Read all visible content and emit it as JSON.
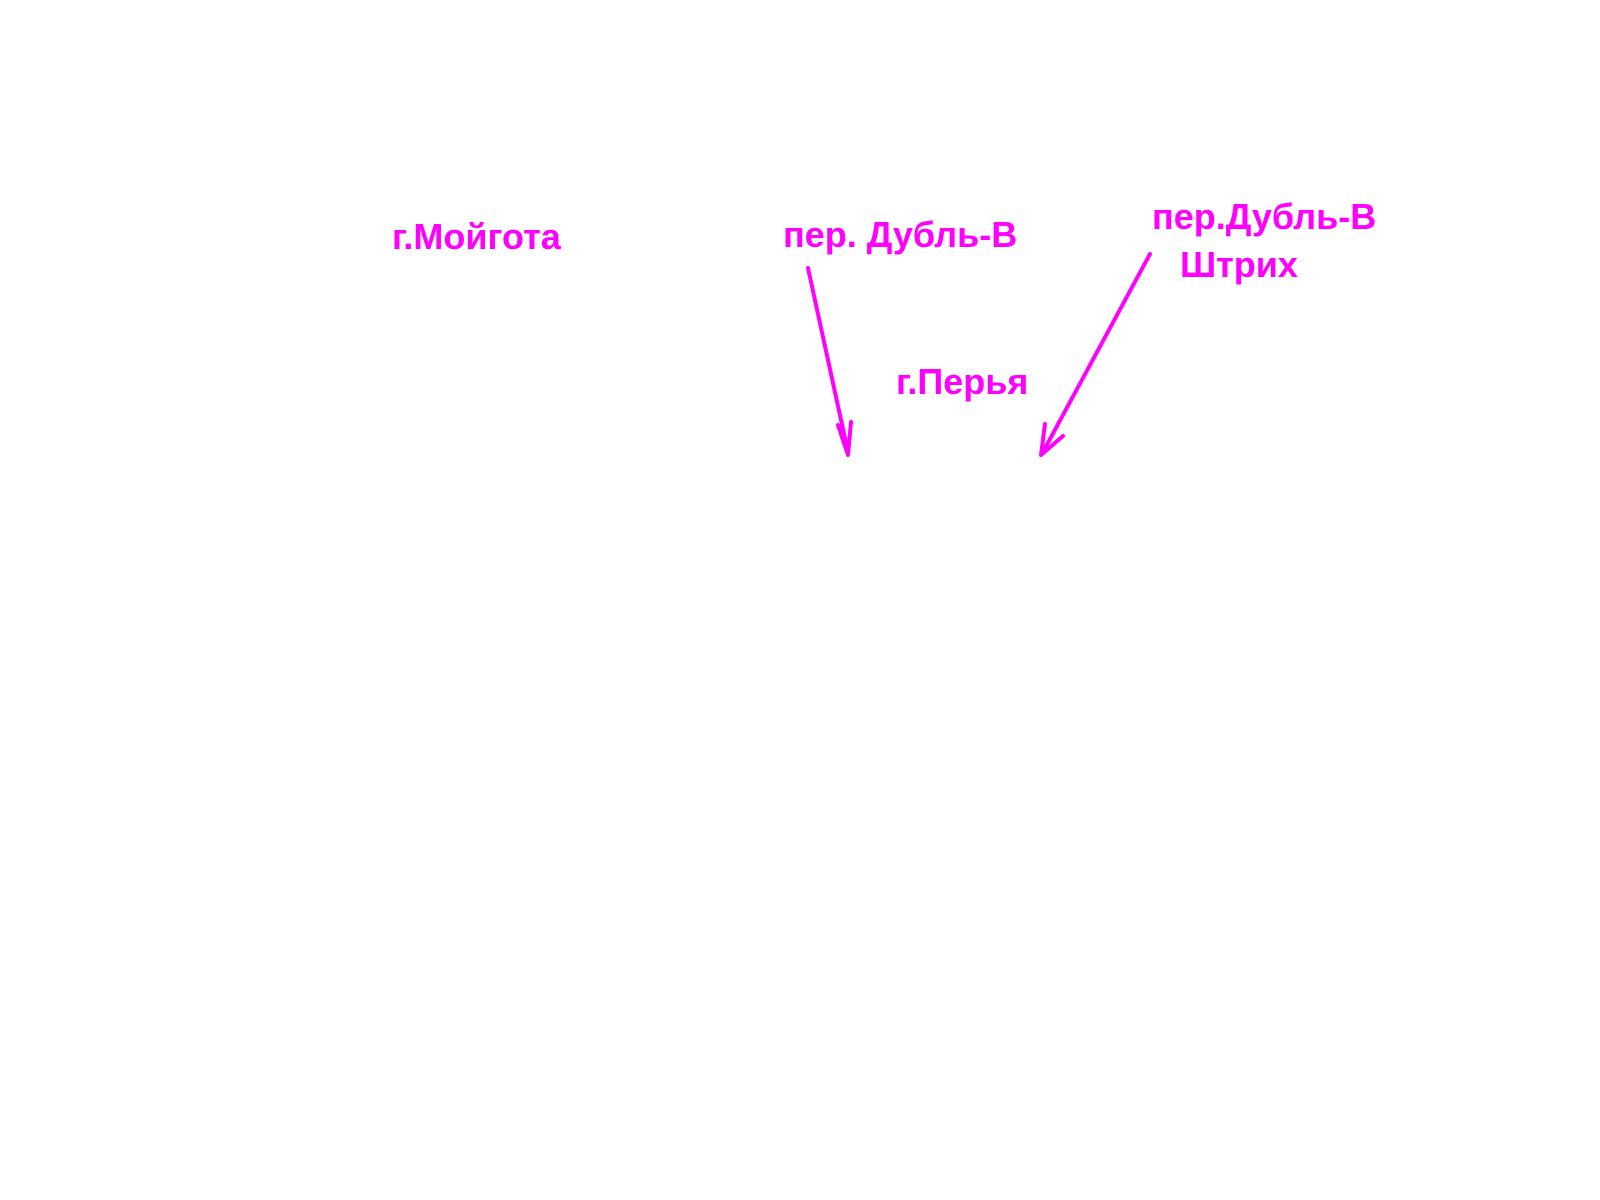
{
  "accent_color": "#ff00ff",
  "labels": {
    "moygota": "г.Мойгота",
    "pass_dubl_v": "пер. Дубль-В",
    "pass_dubl_v_shtrih_line1": "пер.Дубль-В",
    "pass_dubl_v_shtrih_line2": "Штрих",
    "perya": "г.Перья"
  },
  "arrows": [
    {
      "name": "arrow-from-pass-dubl-v",
      "icon": "arrow-down-icon"
    },
    {
      "name": "arrow-from-pass-dubl-v-shtrih",
      "icon": "arrow-down-left-icon"
    }
  ]
}
